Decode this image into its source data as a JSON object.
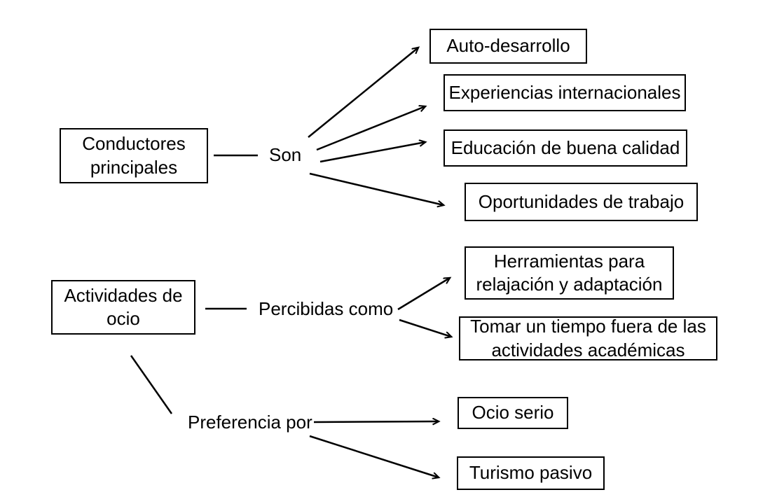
{
  "canvas": {
    "background": "#ffffff",
    "line_color": "#000000",
    "text_color": "#000000"
  },
  "nodes": {
    "conductores": {
      "label": "Conductores principales"
    },
    "son": {
      "label": "Son"
    },
    "auto_desarrollo": {
      "label": "Auto-desarrollo"
    },
    "experiencias": {
      "label": "Experiencias internacionales"
    },
    "educacion": {
      "label": "Educación de buena calidad"
    },
    "oportunidades": {
      "label": "Oportunidades de trabajo"
    },
    "actividades": {
      "label": "Actividades de ocio"
    },
    "percibidas": {
      "label": "Percibidas como"
    },
    "herramientas": {
      "label": "Herramientas para relajación y adaptación"
    },
    "tomar_tiempo": {
      "label": "Tomar un tiempo fuera de las actividades académicas"
    },
    "preferencia": {
      "label": "Preferencia por"
    },
    "ocio_serio": {
      "label": "Ocio serio"
    },
    "turismo_pasivo": {
      "label": "Turismo pasivo"
    }
  },
  "relations": [
    {
      "from": "Conductores principales",
      "connector": "Son",
      "to": [
        "Auto-desarrollo",
        "Experiencias internacionales",
        "Educación de buena calidad",
        "Oportunidades de trabajo"
      ]
    },
    {
      "from": "Actividades de ocio",
      "connector": "Percibidas como",
      "to": [
        "Herramientas para relajación y adaptación",
        "Tomar un tiempo fuera de las actividades académicas"
      ]
    },
    {
      "from": "Actividades de ocio",
      "connector": "Preferencia por",
      "to": [
        "Ocio serio",
        "Turismo pasivo"
      ]
    }
  ]
}
